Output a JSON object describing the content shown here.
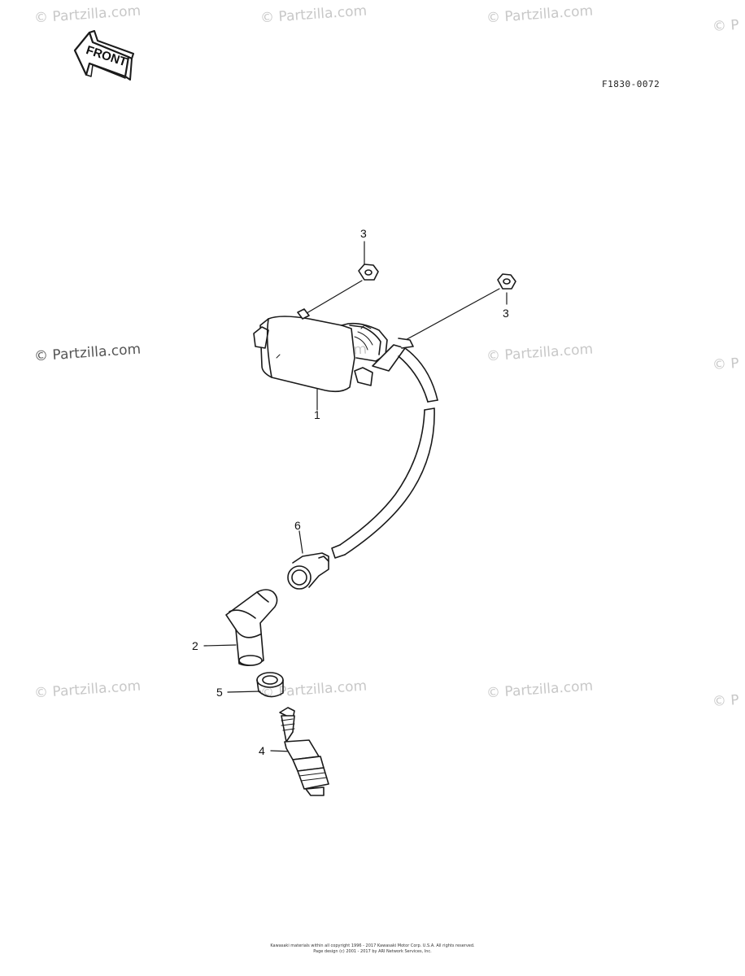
{
  "diagram": {
    "code": "F1830-0072",
    "front_label": "FRONT",
    "callouts": {
      "p1": "1",
      "p2": "2",
      "p3a": "3",
      "p3b": "3",
      "p4": "4",
      "p5": "5",
      "p6": "6"
    }
  },
  "watermark": {
    "text": "© Partzilla.com",
    "short": "© P"
  },
  "footer": {
    "line1": "Kawasaki materials within all copyright 1996 - 2017 Kawasaki Motor Corp. U.S.A. All rights reserved.",
    "line2": "Page design (c) 2001 - 2017 by ARI Network Services, Inc."
  },
  "colors": {
    "line": "#1a1a1a",
    "watermark": "#c8c8c8"
  }
}
